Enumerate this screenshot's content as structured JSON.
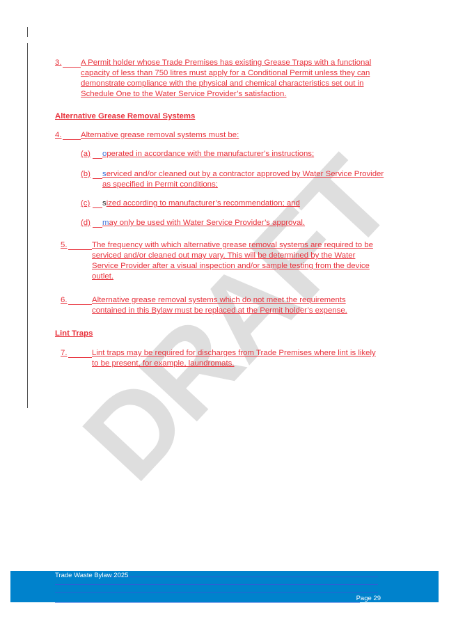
{
  "watermark": {
    "text": "DRAFT",
    "color": "#dedede"
  },
  "colors": {
    "insertion_text": "#e8323c",
    "changed_char_blue": "#3a6fd8",
    "changed_char_black": "#222222",
    "footer_band": "#0082cc",
    "change_bar": "#555555"
  },
  "clauses": [
    {
      "number": "3.",
      "lines": [
        "A Permit holder whose Trade Premises has existing Grease Traps with a functional",
        "capacity of less than 750 litres must apply for a Conditional Permit unless they can",
        "demonstrate compliance with the physical and chemical characteristics set out in",
        "Schedule One to the Water Service Provider’s satisfaction."
      ]
    }
  ],
  "section_alt": {
    "heading": "Alternative Grease Removal Systems",
    "clause4": {
      "number": "4.",
      "text": "Alternative grease removal systems must be:"
    },
    "subitems": [
      {
        "label": "(a)",
        "first_char": "o",
        "rest": "perated in accordance with the manufacturer’s instructions;",
        "lines2": []
      },
      {
        "label": "(b)",
        "first_char": "s",
        "rest": "erviced and/or cleaned out by a contractor approved by Water Service Provider",
        "line2": "as specified in Permit conditions;"
      },
      {
        "label": "(c)",
        "first_char": "s",
        "rest": "ized according to manufacturer’s recommendation; and"
      },
      {
        "label": "(d)",
        "first_char": "m",
        "rest": "ay only be used with Water Service Provider’s approval."
      }
    ],
    "clause5": {
      "number": "5.",
      "lines": [
        "The frequency with which alternative grease removal systems are required to be",
        "serviced and/or cleaned out may vary. This will be determined by the Water",
        "Service Provider after a visual inspection and/or sample testing from the device",
        "outlet. "
      ]
    },
    "clause6": {
      "number": "6.",
      "lines": [
        "Alternative grease removal systems which do not meet the requirements",
        "contained in this Bylaw must be replaced at the Permit holder’s expense. "
      ]
    }
  },
  "section_lint": {
    "heading": "Lint Traps",
    "clause7": {
      "number": "7.",
      "lines": [
        "Lint traps may be required for discharges from Trade Premises where lint is likely",
        "to be present, for example, laundromats."
      ]
    }
  },
  "footer": {
    "title": "Trade Waste Bylaw 2025",
    "page": "Page 29"
  }
}
